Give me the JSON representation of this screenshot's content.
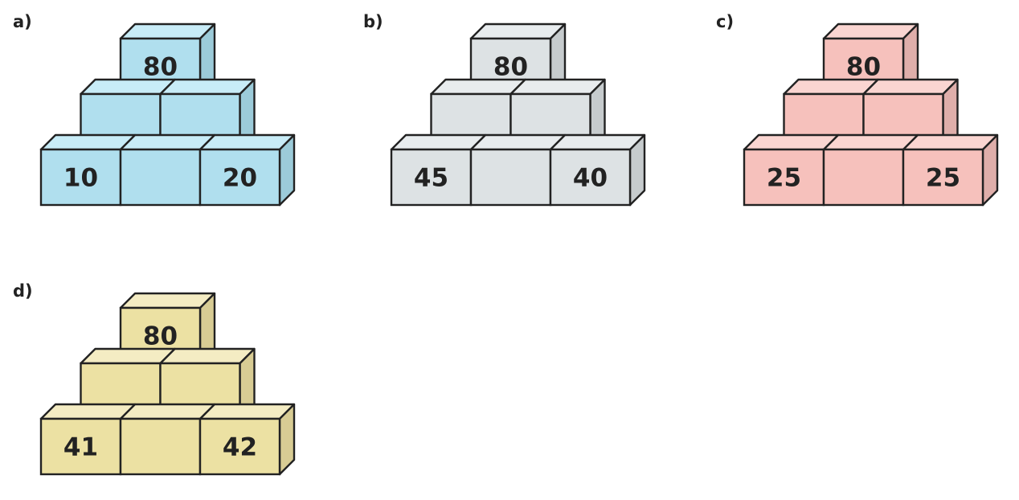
{
  "puzzles": [
    {
      "label": "a)",
      "colors": {
        "face": "#b0dfee",
        "top": "#c8ecf7",
        "side": "#9ccbd9",
        "stroke": "#222222"
      },
      "bricks": {
        "top": "80",
        "middle_left": "",
        "middle_right": "",
        "bottom_left": "10",
        "bottom_middle": "",
        "bottom_right": "20"
      }
    },
    {
      "label": "b)",
      "colors": {
        "face": "#dde2e4",
        "top": "#e8ecee",
        "side": "#c6cbcd",
        "stroke": "#222222"
      },
      "bricks": {
        "top": "80",
        "middle_left": "",
        "middle_right": "",
        "bottom_left": "45",
        "bottom_middle": "",
        "bottom_right": "40"
      }
    },
    {
      "label": "c)",
      "colors": {
        "face": "#f6c1bc",
        "top": "#fad5d1",
        "side": "#dfaeaa",
        "stroke": "#222222"
      },
      "bricks": {
        "top": "80",
        "middle_left": "",
        "middle_right": "",
        "bottom_left": "25",
        "bottom_middle": "",
        "bottom_right": "25"
      }
    },
    {
      "label": "d)",
      "colors": {
        "face": "#ece1a3",
        "top": "#f4ecc3",
        "side": "#d8cc94",
        "stroke": "#222222"
      },
      "bricks": {
        "top": "80",
        "middle_left": "",
        "middle_right": "",
        "bottom_left": "41",
        "bottom_middle": "",
        "bottom_right": "42"
      }
    }
  ]
}
